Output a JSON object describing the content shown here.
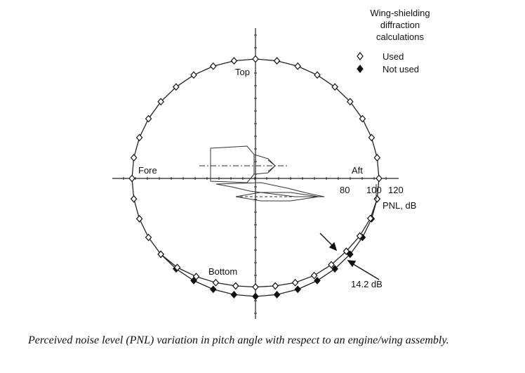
{
  "chart_data": {
    "type": "polar-line",
    "title": "",
    "legend": {
      "title_lines": [
        "Wing-shielding",
        "diffraction",
        "calculations"
      ],
      "placement": "top-right",
      "entries": [
        {
          "label": "Used",
          "marker": "open-diamond"
        },
        {
          "label": "Not used",
          "marker": "filled-diamond"
        }
      ]
    },
    "direction_labels": {
      "top": "Top",
      "bottom": "Bottom",
      "fore": "Fore",
      "aft": "Aft"
    },
    "radial_axis": {
      "tick_labels": [
        "80",
        "100",
        "120"
      ],
      "unit_label": "PNL, dB"
    },
    "annotation": "14.2 dB",
    "series": [
      {
        "name": "Used",
        "marker": "open-diamond",
        "points": [
          {
            "angle": 0,
            "pnl": 100
          },
          {
            "angle": 10,
            "pnl": 100
          },
          {
            "angle": 20,
            "pnl": 100
          },
          {
            "angle": 30,
            "pnl": 100
          },
          {
            "angle": 40,
            "pnl": 100
          },
          {
            "angle": 50,
            "pnl": 100
          },
          {
            "angle": 60,
            "pnl": 100
          },
          {
            "angle": 70,
            "pnl": 100
          },
          {
            "angle": 80,
            "pnl": 100
          },
          {
            "angle": 90,
            "pnl": 100
          },
          {
            "angle": 100,
            "pnl": 100
          },
          {
            "angle": 110,
            "pnl": 100
          },
          {
            "angle": 120,
            "pnl": 100
          },
          {
            "angle": 130,
            "pnl": 100
          },
          {
            "angle": 140,
            "pnl": 100
          },
          {
            "angle": 150,
            "pnl": 100
          },
          {
            "angle": 160,
            "pnl": 100
          },
          {
            "angle": 170,
            "pnl": 100
          },
          {
            "angle": 180,
            "pnl": 100
          },
          {
            "angle": 190,
            "pnl": 100
          },
          {
            "angle": 200,
            "pnl": 100
          },
          {
            "angle": 210,
            "pnl": 100
          },
          {
            "angle": 220,
            "pnl": 100
          },
          {
            "angle": 230,
            "pnl": 98.5
          },
          {
            "angle": 240,
            "pnl": 96
          },
          {
            "angle": 250,
            "pnl": 94
          },
          {
            "angle": 260,
            "pnl": 92.5
          },
          {
            "angle": 270,
            "pnl": 92
          },
          {
            "angle": 280,
            "pnl": 92.5
          },
          {
            "angle": 290,
            "pnl": 94
          },
          {
            "angle": 300,
            "pnl": 95
          },
          {
            "angle": 310,
            "pnl": 95.5
          },
          {
            "angle": 320,
            "pnl": 96
          },
          {
            "angle": 330,
            "pnl": 97.5
          },
          {
            "angle": 340,
            "pnl": 99
          },
          {
            "angle": 350,
            "pnl": 100
          }
        ]
      },
      {
        "name": "Not used",
        "marker": "filled-diamond",
        "points": [
          {
            "angle": 220,
            "pnl": 100
          },
          {
            "angle": 230,
            "pnl": 100
          },
          {
            "angle": 240,
            "pnl": 100
          },
          {
            "angle": 250,
            "pnl": 100
          },
          {
            "angle": 260,
            "pnl": 100
          },
          {
            "angle": 270,
            "pnl": 100
          },
          {
            "angle": 280,
            "pnl": 100
          },
          {
            "angle": 290,
            "pnl": 100
          },
          {
            "angle": 300,
            "pnl": 100
          },
          {
            "angle": 310,
            "pnl": 100
          },
          {
            "angle": 320,
            "pnl": 100
          },
          {
            "angle": 330,
            "pnl": 100
          },
          {
            "angle": 340,
            "pnl": 100
          },
          {
            "angle": 350,
            "pnl": 100
          }
        ]
      }
    ]
  },
  "caption": "Perceived noise level (PNL) variation in pitch angle with respect to an engine/wing assembly."
}
